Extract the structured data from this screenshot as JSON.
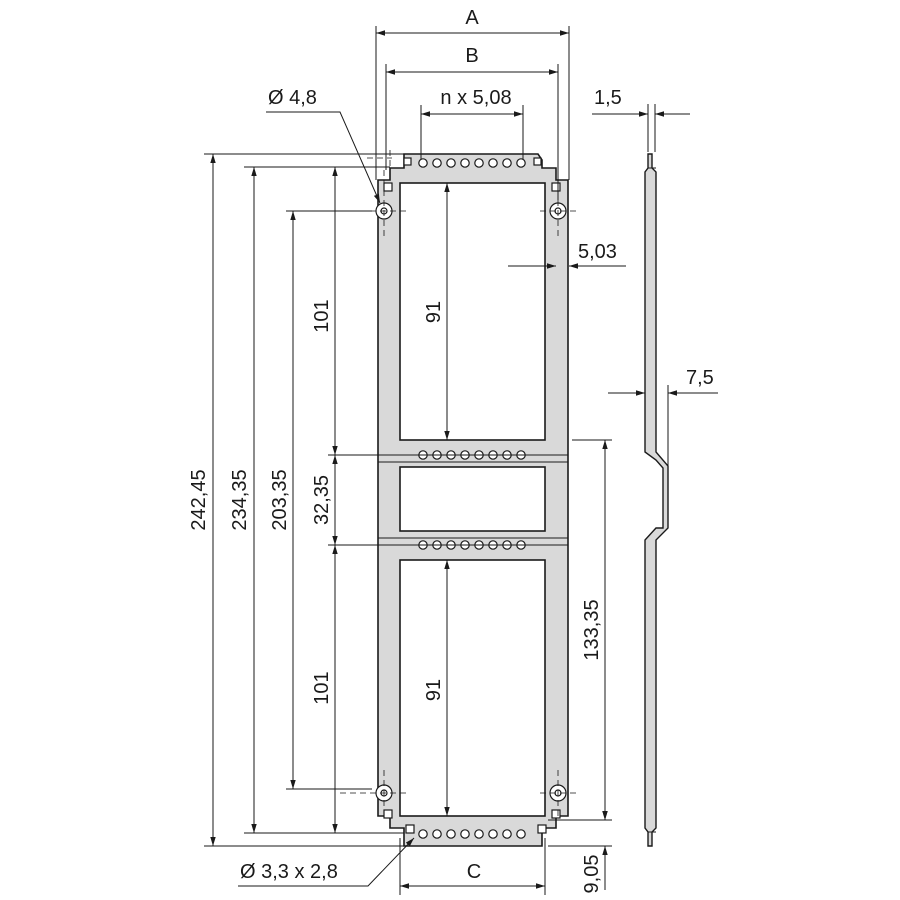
{
  "labels": {
    "dim_a": "A",
    "dim_b": "B",
    "dim_c": "C",
    "pitch": "n x 5,08",
    "hole_large": "Ø 4,8",
    "hole_small": "Ø 3,3 x 2,8",
    "thickness": "1,5",
    "edge_offset": "5,03",
    "offset_profile": "7,5",
    "height_total": "242,45",
    "height_2": "234,35",
    "height_3": "203,35",
    "upper_101": "101",
    "mid_32": "32,35",
    "lower_101": "101",
    "upper_91": "91",
    "lower_91": "91",
    "right_133": "133,35",
    "bottom_905": "9,05"
  },
  "colors": {
    "plate_fill": "#d9d9d9",
    "line": "#1a1a1a",
    "background": "#ffffff"
  }
}
